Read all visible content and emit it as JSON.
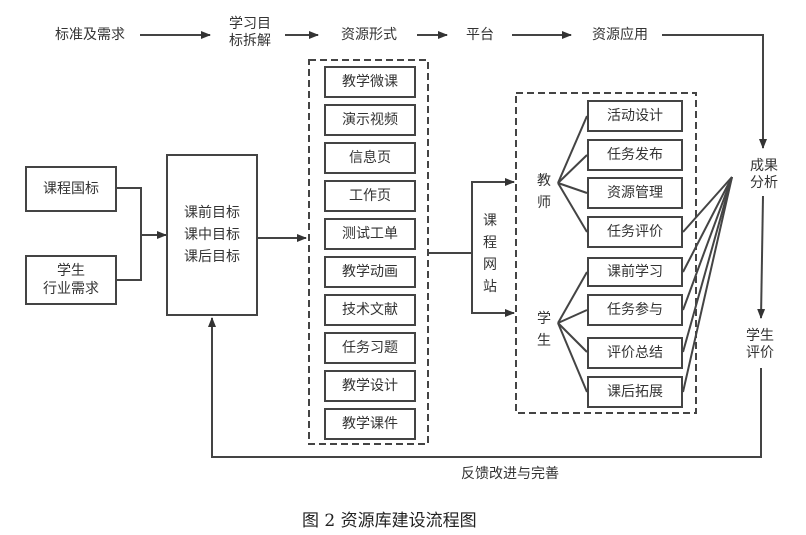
{
  "flow_header": {
    "steps": [
      "标准及需求",
      "学习目\n标拆解",
      "资源形式",
      "平台",
      "资源应用"
    ]
  },
  "inputs": {
    "course_standard": "课程国标",
    "student_industry": "学生\n行业需求"
  },
  "goals": {
    "label": "课前目标\n课中目标\n课后目标"
  },
  "resource_forms": {
    "items": [
      "教学微课",
      "演示视频",
      "信息页",
      "工作页",
      "测试工单",
      "教学动画",
      "技术文献",
      "任务习题",
      "教学设计",
      "教学课件"
    ]
  },
  "platform": {
    "label": "课程网站"
  },
  "application": {
    "teacher": {
      "label": "教师",
      "items": [
        "活动设计",
        "任务发布",
        "资源管理",
        "任务评价"
      ]
    },
    "student": {
      "label": "学生",
      "items": [
        "课前学习",
        "任务参与",
        "评价总结",
        "课后拓展"
      ]
    }
  },
  "outcome": {
    "analysis": "成果\n分析",
    "student_eval": "学生\n评价"
  },
  "feedback": {
    "label": "反馈改进与完善"
  },
  "caption": "图 2  资源库建设流程图"
}
